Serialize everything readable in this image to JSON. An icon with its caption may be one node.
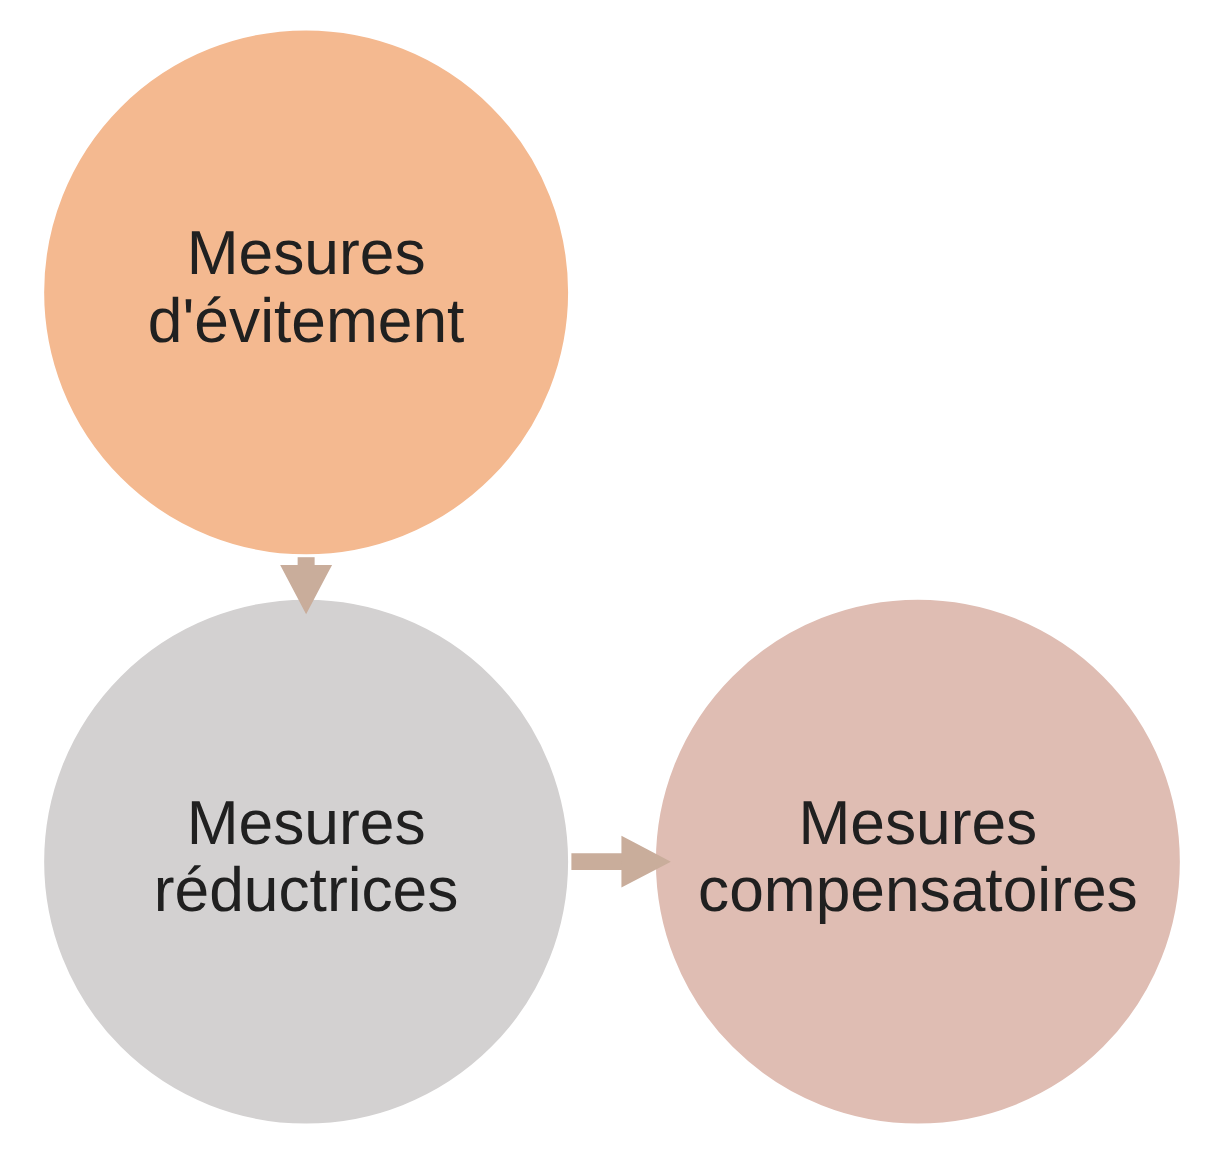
{
  "diagram": {
    "nodes": [
      {
        "text": [
          "Mesures d'évitement"
        ]
      },
      {
        "text": [
          "Mesures réductrices"
        ]
      },
      {
        "text": [
          "Mesures compensatoires"
        ]
      }
    ],
    "edges": [
      {
        "from": 0,
        "to": 1,
        "arrow": "to"
      },
      {
        "from": 1,
        "to": 2,
        "arrow": "to"
      }
    ]
  }
}
